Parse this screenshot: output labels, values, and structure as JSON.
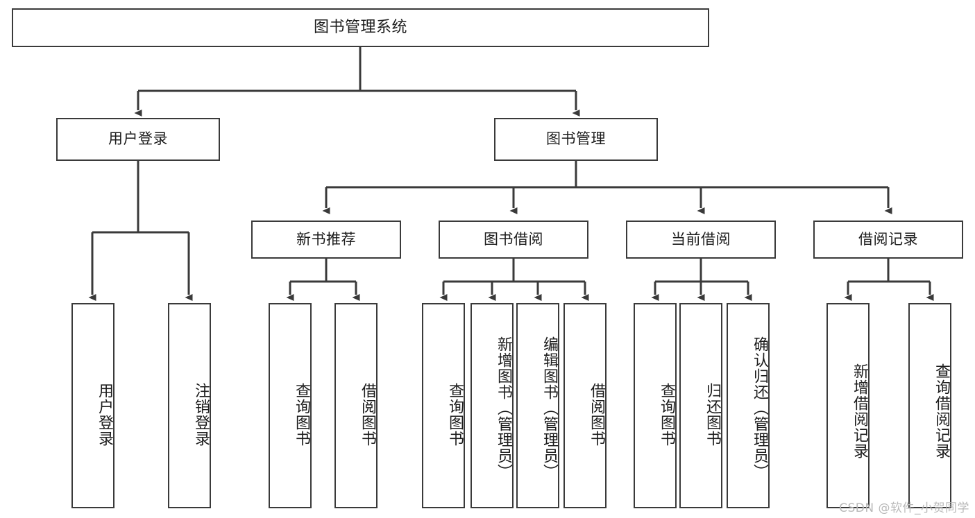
{
  "diagram": {
    "title": "图书管理系统",
    "type": "tree-hierarchy",
    "root": {
      "id": "root",
      "label": "图书管理系统"
    },
    "level2": [
      {
        "id": "user-login",
        "label": "用户登录"
      },
      {
        "id": "book-manage",
        "label": "图书管理"
      }
    ],
    "level3": [
      {
        "id": "new-book-rec",
        "label": "新书推荐",
        "parent": "book-manage"
      },
      {
        "id": "book-borrow",
        "label": "图书借阅",
        "parent": "book-manage"
      },
      {
        "id": "current-borrow",
        "label": "当前借阅",
        "parent": "book-manage"
      },
      {
        "id": "borrow-record",
        "label": "借阅记录",
        "parent": "book-manage"
      }
    ],
    "leaves": [
      {
        "id": "leaf-user-login",
        "label": "用户登录",
        "parent": "user-login"
      },
      {
        "id": "leaf-logout",
        "label": "注销登录",
        "parent": "user-login"
      },
      {
        "id": "leaf-query-book-1",
        "label": "查询图书",
        "parent": "new-book-rec"
      },
      {
        "id": "leaf-borrow-book-1",
        "label": "借阅图书",
        "parent": "new-book-rec"
      },
      {
        "id": "leaf-query-book-2",
        "label": "查询图书",
        "parent": "book-borrow"
      },
      {
        "id": "leaf-add-book",
        "label": "新增图书（管理员）",
        "parent": "book-borrow"
      },
      {
        "id": "leaf-edit-book",
        "label": "编辑图书（管理员）",
        "parent": "book-borrow"
      },
      {
        "id": "leaf-borrow-book-2",
        "label": "借阅图书",
        "parent": "book-borrow"
      },
      {
        "id": "leaf-query-book-3",
        "label": "查询图书",
        "parent": "current-borrow"
      },
      {
        "id": "leaf-return-book",
        "label": "归还图书",
        "parent": "current-borrow"
      },
      {
        "id": "leaf-confirm-return",
        "label": "确认归还（管理员）",
        "parent": "current-borrow"
      },
      {
        "id": "leaf-add-record",
        "label": "新增借阅记录",
        "parent": "borrow-record"
      },
      {
        "id": "leaf-query-record",
        "label": "查询借阅记录",
        "parent": "borrow-record"
      }
    ],
    "watermark": "CSDN @软件_小贺同学",
    "colors": {
      "stroke": "#3a3a3a",
      "fill": "#ffffff",
      "text": "#1c1c1c",
      "watermark": "#b9b9b9"
    }
  }
}
